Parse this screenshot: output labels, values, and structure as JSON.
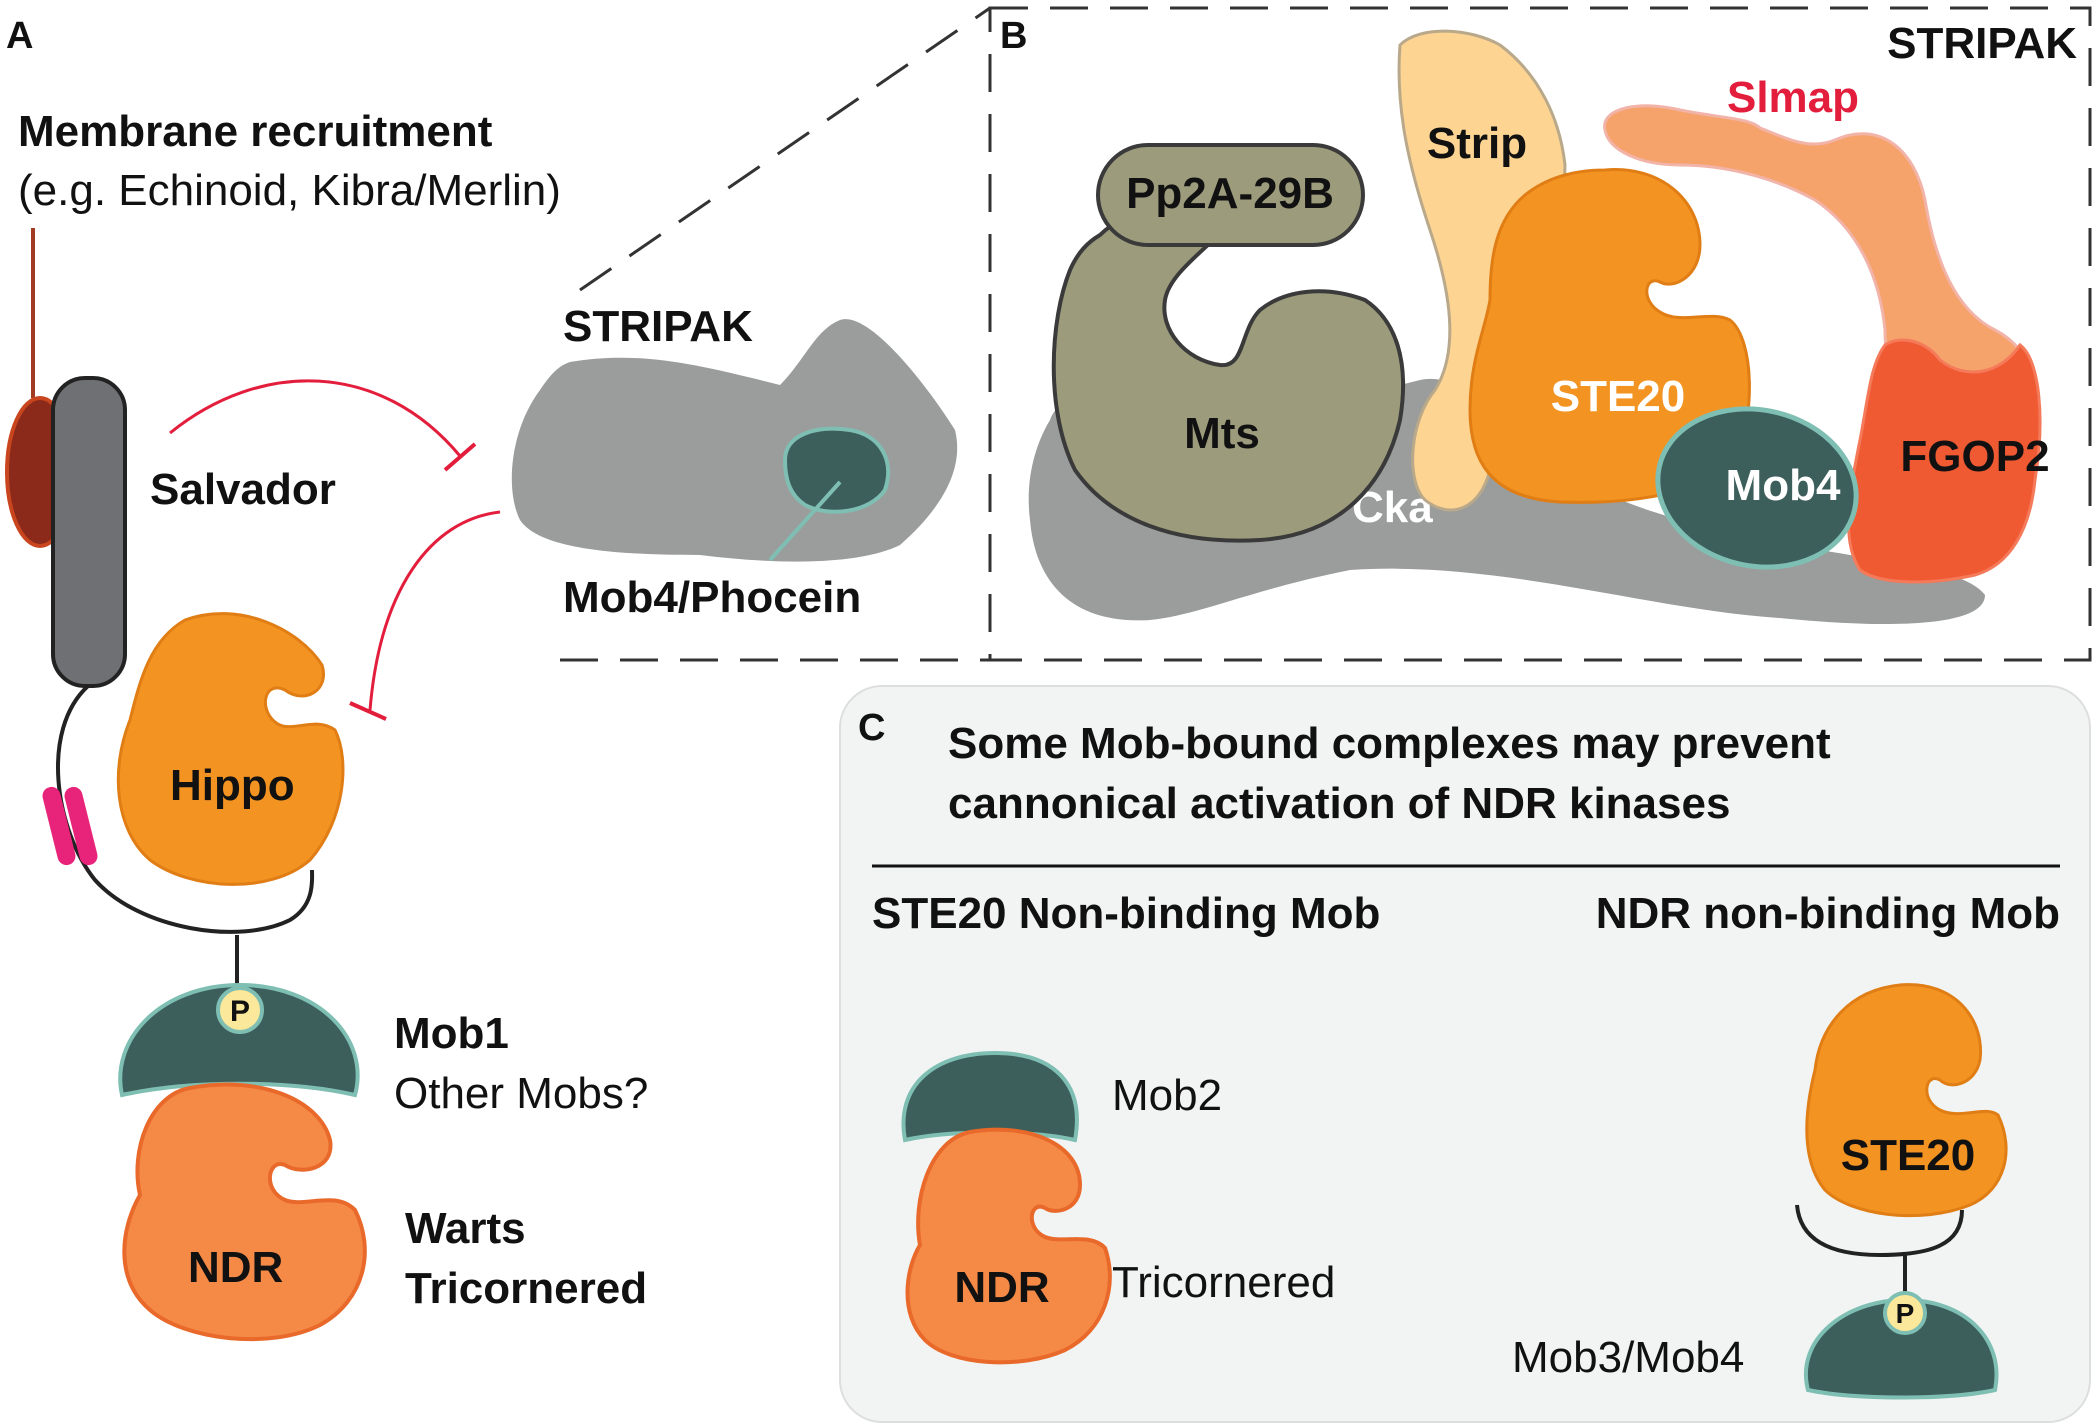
{
  "panels": {
    "a": {
      "letter": "A",
      "membrane_title": "Membrane recruitment",
      "membrane_sub": "(e.g. Echinoid, Kibra/Merlin)",
      "salvador": "Salvador",
      "stripak": "STRIPAK",
      "mob4_phocein": "Mob4/Phocein",
      "hippo": "Hippo",
      "phospho": "P",
      "mob1": "Mob1",
      "other_mobs": "Other Mobs?",
      "ndr": "NDR",
      "warts": "Warts",
      "tricornered": "Tricornered"
    },
    "b": {
      "letter": "B",
      "stripak_title": "STRIPAK",
      "pp2a": "Pp2A-29B",
      "strip": "Strip",
      "slmap": "Slmap",
      "mts": "Mts",
      "ste20": "STE20",
      "cka": "Cka",
      "mob4": "Mob4",
      "fgop2": "FGOP2"
    },
    "c": {
      "letter": "C",
      "title_line1": "Some Mob-bound complexes may prevent",
      "title_line2": "cannonical activation of NDR kinases",
      "col1_header": "STE20 Non-binding Mob",
      "col2_header": "NDR non-binding Mob",
      "mob2": "Mob2",
      "ndr": "NDR",
      "tricornered": "Tricornered",
      "ste20": "STE20",
      "phospho": "P",
      "mob3_mob4": "Mob3/Mob4"
    }
  },
  "colors": {
    "orange_kinase": "#f39322",
    "ndr_orange": "#f58a47",
    "dark_teal": "#3c5f5c",
    "teal_outline": "#7fbfb3",
    "grey_scaffold": "#9a9d9b",
    "olive": "#9c9b7c",
    "strip_peach": "#fdd492",
    "slmap_orange": "#f5a36a",
    "fgop2_red": "#f05a33",
    "inhibit_red": "#e31e3c",
    "magenta": "#e8247a",
    "membrane_brown": "#8b2a1a",
    "panel_c_bg": "#f2f4f3"
  }
}
